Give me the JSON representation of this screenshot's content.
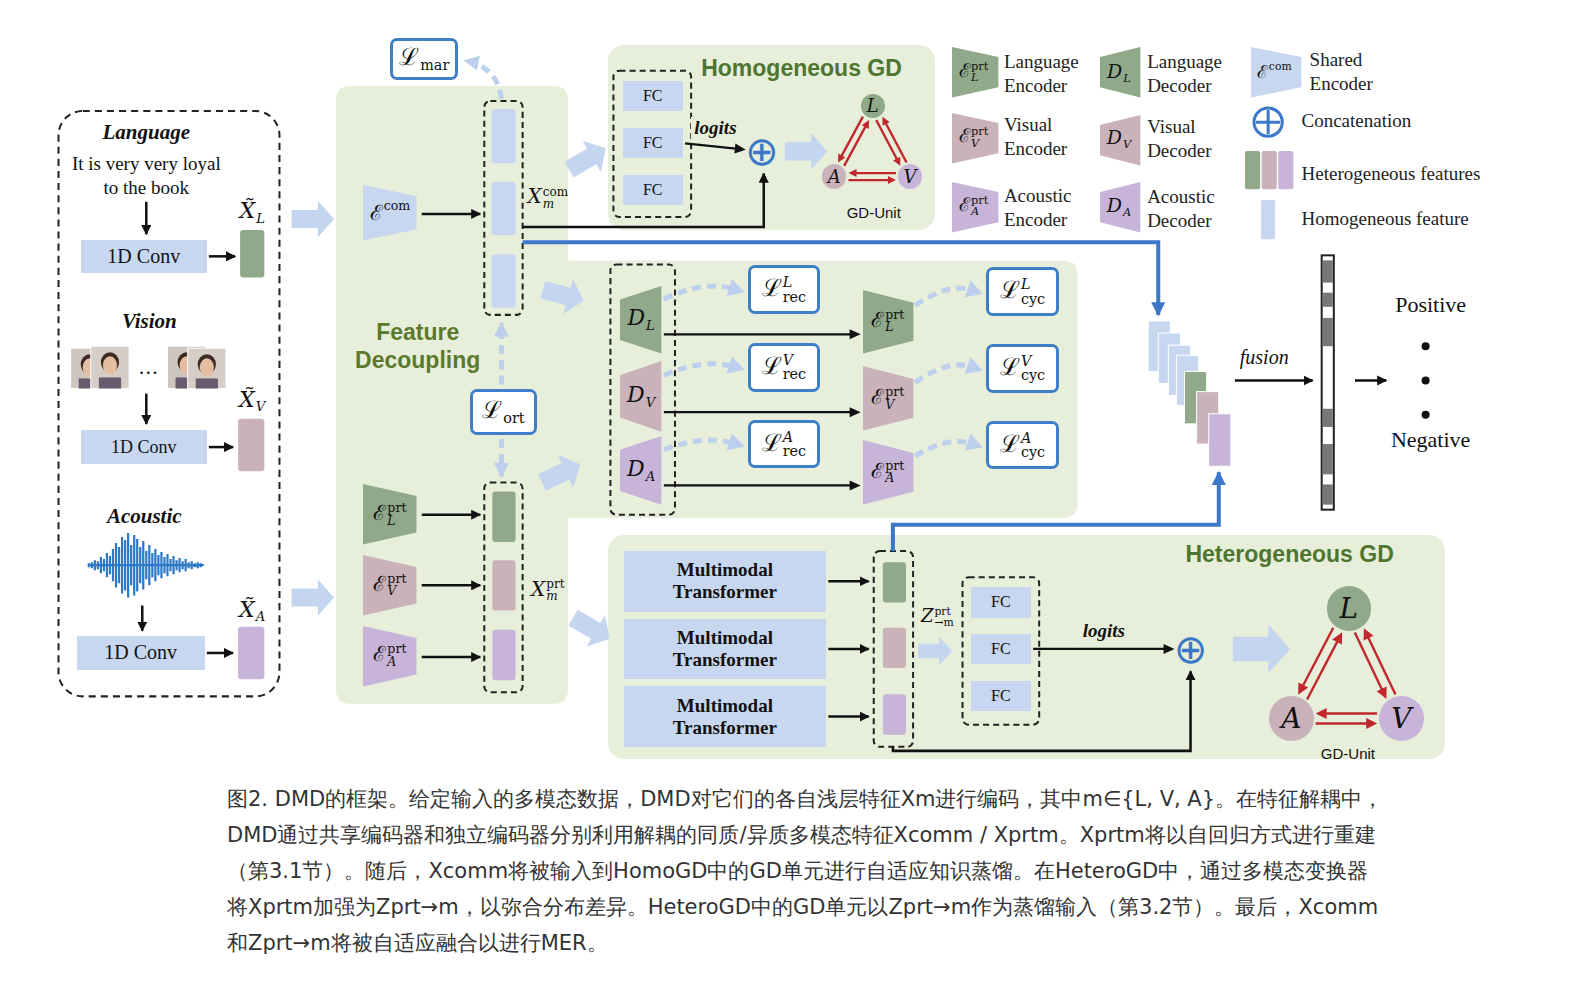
{
  "diagram": {
    "caption": "图2. DMD的框架。给定输入的多模态数据，DMD对它们的各自浅层特征Xm进行编码，其中m∈{L, V, A}。在特征解耦中，DMD通过共享编码器和独立编码器分别利用解耦的同质/异质多模态特征Xcomm / Xprtm。Xprtm将以自回归方式进行重建（第3.1节）。随后，Xcomm将被输入到HomoGD中的GD单元进行自适应知识蒸馏。在HeteroGD中，通过多模态变换器将Xprtm加强为Zprt→m，以弥合分布差异。HeteroGD中的GD单元以Zprt→m作为蒸馏输入（第3.2节）。最后，Xcomm和Zprt→m将被自适应融合以进行MER。",
    "nodes": [
      {
        "text": [
          "1D Conv"
        ]
      },
      {
        "text": [
          "1D Conv"
        ]
      },
      {
        "text": [
          "1D Conv"
        ]
      },
      {
        "text": [
          "ℒ",
          "mar"
        ]
      },
      {
        "text": [
          "Feature Decoupling"
        ]
      },
      {
        "text": [
          "ℰ",
          "com"
        ],
        "in": 4
      },
      {
        "text": [
          "ℒ",
          "ort"
        ],
        "in": 4
      },
      {
        "text": [
          "ℰ",
          "prt",
          "L"
        ],
        "in": 4
      },
      {
        "text": [
          "ℰ",
          "prt",
          "V"
        ],
        "in": 4
      },
      {
        "text": [
          "ℰ",
          "prt",
          "A"
        ],
        "in": 4
      },
      {
        "text": [
          "D",
          "L"
        ],
        "in": 4
      },
      {
        "text": [
          "D",
          "V"
        ],
        "in": 4
      },
      {
        "text": [
          "D",
          "A"
        ],
        "in": 4
      },
      {
        "text": [
          "ℒ",
          "L",
          "rec"
        ],
        "in": 4
      },
      {
        "text": [
          "ℒ",
          "V",
          "rec"
        ],
        "in": 4
      },
      {
        "text": [
          "ℒ",
          "A",
          "rec"
        ],
        "in": 4
      },
      {
        "text": [
          "ℰ",
          "prt",
          "L"
        ],
        "in": 4
      },
      {
        "text": [
          "ℰ",
          "prt",
          "V"
        ],
        "in": 4
      },
      {
        "text": [
          "ℰ",
          "prt",
          "A"
        ],
        "in": 4
      },
      {
        "text": [
          "ℒ",
          "L",
          "cyc"
        ],
        "in": 4
      },
      {
        "text": [
          "ℒ",
          "V",
          "cyc"
        ],
        "in": 4
      },
      {
        "text": [
          "ℒ",
          "A",
          "cyc"
        ],
        "in": 4
      },
      {
        "text": [
          "Homogeneous GD"
        ]
      },
      {
        "text": [
          "FC"
        ],
        "in": 22
      },
      {
        "text": [
          "FC"
        ],
        "in": 22
      },
      {
        "text": [
          "FC"
        ],
        "in": 22
      },
      {
        "text": [
          "⊕"
        ],
        "in": 22
      },
      {
        "text": [
          "L"
        ],
        "in": 22
      },
      {
        "text": [
          "A"
        ],
        "in": 22
      },
      {
        "text": [
          "V"
        ],
        "in": 22
      },
      {
        "text": [
          "Heterogeneous GD"
        ]
      },
      {
        "text": [
          "Multimodal Transformer"
        ],
        "in": 30
      },
      {
        "text": [
          "Multimodal Transformer"
        ],
        "in": 30
      },
      {
        "text": [
          "Multimodal Transformer"
        ],
        "in": 30
      },
      {
        "text": [
          "FC"
        ],
        "in": 30
      },
      {
        "text": [
          "FC"
        ],
        "in": 30
      },
      {
        "text": [
          "FC"
        ],
        "in": 30
      },
      {
        "text": [
          "⊕"
        ],
        "in": 30
      },
      {
        "text": [
          "L"
        ],
        "in": 30
      },
      {
        "text": [
          "A"
        ],
        "in": 30
      },
      {
        "text": [
          "V"
        ],
        "in": 30
      }
    ],
    "edges": [
      {
        "from": 10,
        "to": 16,
        "arrow": "to"
      },
      {
        "from": 11,
        "to": 17,
        "arrow": "to"
      },
      {
        "from": 12,
        "to": 18,
        "arrow": "to"
      },
      {
        "from": 10,
        "to": 13,
        "arrow": "to"
      },
      {
        "from": 11,
        "to": 14,
        "arrow": "to"
      },
      {
        "from": 12,
        "to": 15,
        "arrow": "to"
      },
      {
        "from": 16,
        "to": 19,
        "arrow": "to"
      },
      {
        "from": 17,
        "to": 20,
        "arrow": "to"
      },
      {
        "from": 18,
        "to": 21,
        "arrow": "to"
      },
      {
        "from": 24,
        "to": 26,
        "label": "logits",
        "arrow": "to"
      },
      {
        "from": 27,
        "to": 29,
        "arrow": "to"
      },
      {
        "from": 29,
        "to": 27,
        "arrow": "to"
      },
      {
        "from": 27,
        "to": 28,
        "arrow": "to"
      },
      {
        "from": 28,
        "to": 27,
        "arrow": "to"
      },
      {
        "from": 28,
        "to": 29,
        "arrow": "to"
      },
      {
        "from": 29,
        "to": 28,
        "arrow": "to"
      },
      {
        "from": 35,
        "to": 37,
        "label": "logits",
        "arrow": "to"
      },
      {
        "from": 38,
        "to": 40,
        "arrow": "to"
      },
      {
        "from": 40,
        "to": 38,
        "arrow": "to"
      },
      {
        "from": 38,
        "to": 39,
        "arrow": "to"
      },
      {
        "from": 39,
        "to": 38,
        "arrow": "to"
      },
      {
        "from": 39,
        "to": 40,
        "arrow": "to"
      },
      {
        "from": 40,
        "to": 39,
        "arrow": "to"
      }
    ],
    "labels": [
      "Language",
      "It is very very loyal to the book",
      "X̃",
      "L",
      "Vision",
      "…",
      "X̃",
      "V",
      "Acoustic",
      "X̃",
      "A",
      "X",
      "com",
      "m",
      "X",
      "prt",
      "m",
      "GD-Unit",
      "Z",
      "prt",
      "→m",
      "GD-Unit",
      "fusion",
      "Positive",
      "Negative",
      "ℰ",
      "prt",
      "L",
      "D",
      "L",
      "ℰ",
      "prt",
      "V",
      "D",
      "V",
      "ℰ",
      "prt",
      "A",
      "D",
      "A",
      "ℰ",
      "com"
    ],
    "legend": [
      {
        "text": "Language Encoder",
        "color": "#8fa98a"
      },
      {
        "text": "Language Decoder",
        "color": "#8fa98a"
      },
      {
        "text": "Shared Encoder",
        "color": "#c8d7f0"
      },
      {
        "text": "Visual Encoder",
        "color": "#c9b2ba"
      },
      {
        "text": "Visual Decoder",
        "color": "#c9b2ba"
      },
      {
        "text": "Concatenation"
      },
      {
        "text": "Acoustic Encoder",
        "color": "#c8b4d8"
      },
      {
        "text": "Acoustic Decoder",
        "color": "#c8b4d8"
      },
      {
        "text": "Heterogeneous features"
      },
      {
        "text": "Homogeneous feature",
        "color": "#c8d7f0"
      }
    ]
  }
}
